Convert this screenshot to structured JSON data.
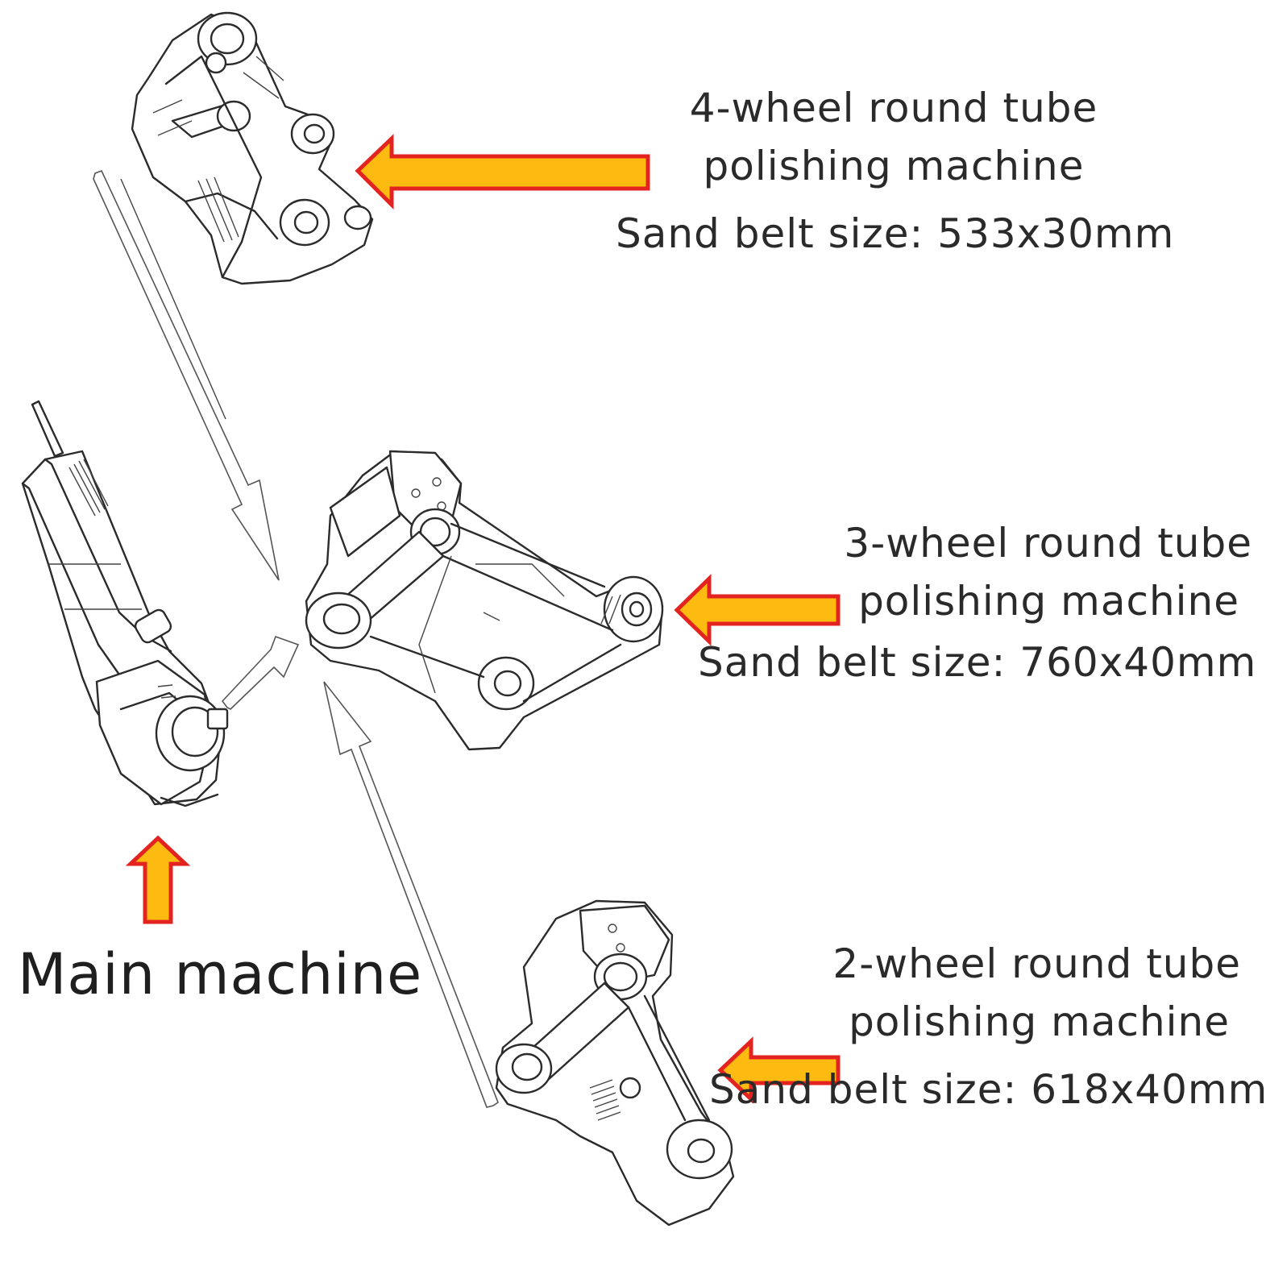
{
  "main_machine": {
    "label": "Main machine"
  },
  "attachments": [
    {
      "id": "four_wheel",
      "title_line1": "4-wheel round tube",
      "title_line2": "polishing machine",
      "belt": "Sand belt size: 533x30mm"
    },
    {
      "id": "three_wheel",
      "title_line1": "3-wheel round tube",
      "title_line2": "polishing machine",
      "belt": "Sand belt size: 760x40mm"
    },
    {
      "id": "two_wheel",
      "title_line1": "2-wheel round tube",
      "title_line2": "polishing machine",
      "belt": "Sand belt size: 618x40mm"
    }
  ],
  "colors": {
    "arrow_fill": "#fdbb11",
    "arrow_outline": "#e3231f",
    "line_art": "#2b2b2b",
    "background": "#ffffff"
  },
  "icons": [
    "angle-grinder-icon",
    "four-wheel-attachment-icon",
    "three-wheel-attachment-icon",
    "two-wheel-attachment-icon",
    "pointer-arrow-icon",
    "guide-arrow-icon"
  ]
}
